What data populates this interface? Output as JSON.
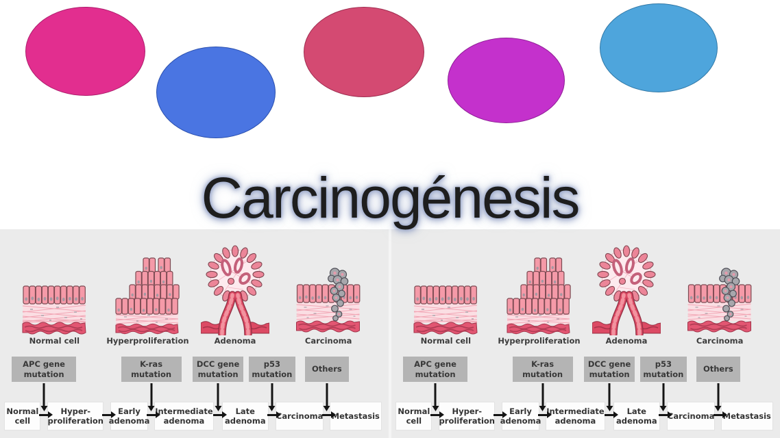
{
  "title": "Carcinogénesis",
  "ellipses": [
    {
      "name": "pink",
      "fill": "#e22e8f",
      "border": "#ad1d6c"
    },
    {
      "name": "blue",
      "fill": "#4a75e2",
      "border": "#2b50ae"
    },
    {
      "name": "crimson",
      "fill": "#d44a72",
      "border": "#9e2c4f"
    },
    {
      "name": "purple",
      "fill": "#c431cc",
      "border": "#8f1e96"
    },
    {
      "name": "light-blue",
      "fill": "#4ea5dc",
      "border": "#3178a6"
    }
  ],
  "diagram": {
    "figures": [
      {
        "label": "Normal cell"
      },
      {
        "label": "Hyperproliferation"
      },
      {
        "label": "Adenoma"
      },
      {
        "label": "Carcinoma"
      }
    ],
    "mutations": [
      {
        "text": "APC gene\nmutation"
      },
      {
        "text": "K-ras\nmutation"
      },
      {
        "text": "DCC gene\nmutation"
      },
      {
        "text": "p53\nmutation"
      },
      {
        "text": "Others"
      }
    ],
    "flow": [
      {
        "text": "Normal\ncell"
      },
      {
        "text": "Hyper-\nproliferation"
      },
      {
        "text": "Early\nadenoma"
      },
      {
        "text": "Intermediate\nadenoma"
      },
      {
        "text": "Late\nadenoma"
      },
      {
        "text": "Carcinoma"
      },
      {
        "text": "Metastasis"
      }
    ],
    "colors": {
      "background": "#ebebeb",
      "mutation_box": "#b4b4b4",
      "flow_box": "#fdfdfd",
      "arrow": "#141414",
      "text": "#3c3c3c"
    }
  }
}
